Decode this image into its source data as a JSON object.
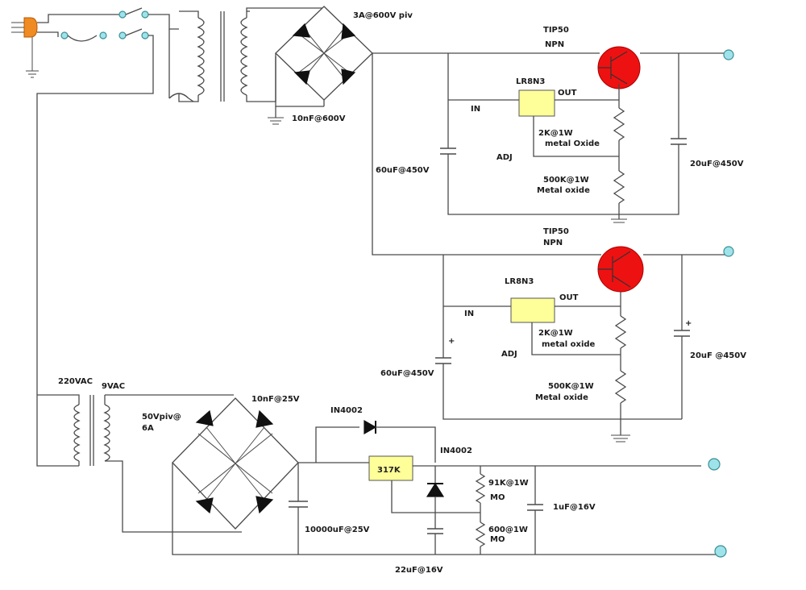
{
  "diagram": {
    "type": "electronic-schematic",
    "labels": {
      "bridge_top": "3A@600V  piv",
      "cap_bridge_top": "10nF@600V",
      "tip_top": "TIP50",
      "npn_top": "NPN",
      "lr_top": "LR8N3",
      "out_top": "OUT",
      "in_top": "IN",
      "adj_top": "ADJ",
      "r2k_top_a": "2K@1W",
      "r2k_top_b": "metal Oxide",
      "r500_top_a": "500K@1W",
      "r500_top_b": "Metal oxide",
      "cap60_top": "60uF@450V",
      "cap20_top": "20uF@450V",
      "tip_mid": "TIP50",
      "npn_mid": "NPN",
      "lr_mid": "LR8N3",
      "out_mid": "OUT",
      "in_mid": "IN",
      "adj_mid": "ADJ",
      "r2k_mid_a": "2K@1W",
      "r2k_mid_b": "metal oxide",
      "r500_mid_a": "500K@1W",
      "r500_mid_b": "Metal oxide",
      "cap60_mid": "60uF@450V",
      "cap20_mid": "20uF @450V",
      "plus_a": "+",
      "plus_b": "+",
      "vac220": "220VAC",
      "vac9": "9VAC",
      "piv50a": "50Vpiv@",
      "piv50b": "6A",
      "cap10n25": "10nF@25V",
      "in4002_a": "IN4002",
      "in4002_b": "IN4002",
      "ic317": "317K",
      "r91k_a": "91K@1W",
      "r91k_b": "MO",
      "r600_a": "600@1W",
      "r600_b": "MO",
      "cap1u": "1uF@16V",
      "cap10000": "10000uF@25V",
      "cap22u": "22uF@16V"
    }
  }
}
